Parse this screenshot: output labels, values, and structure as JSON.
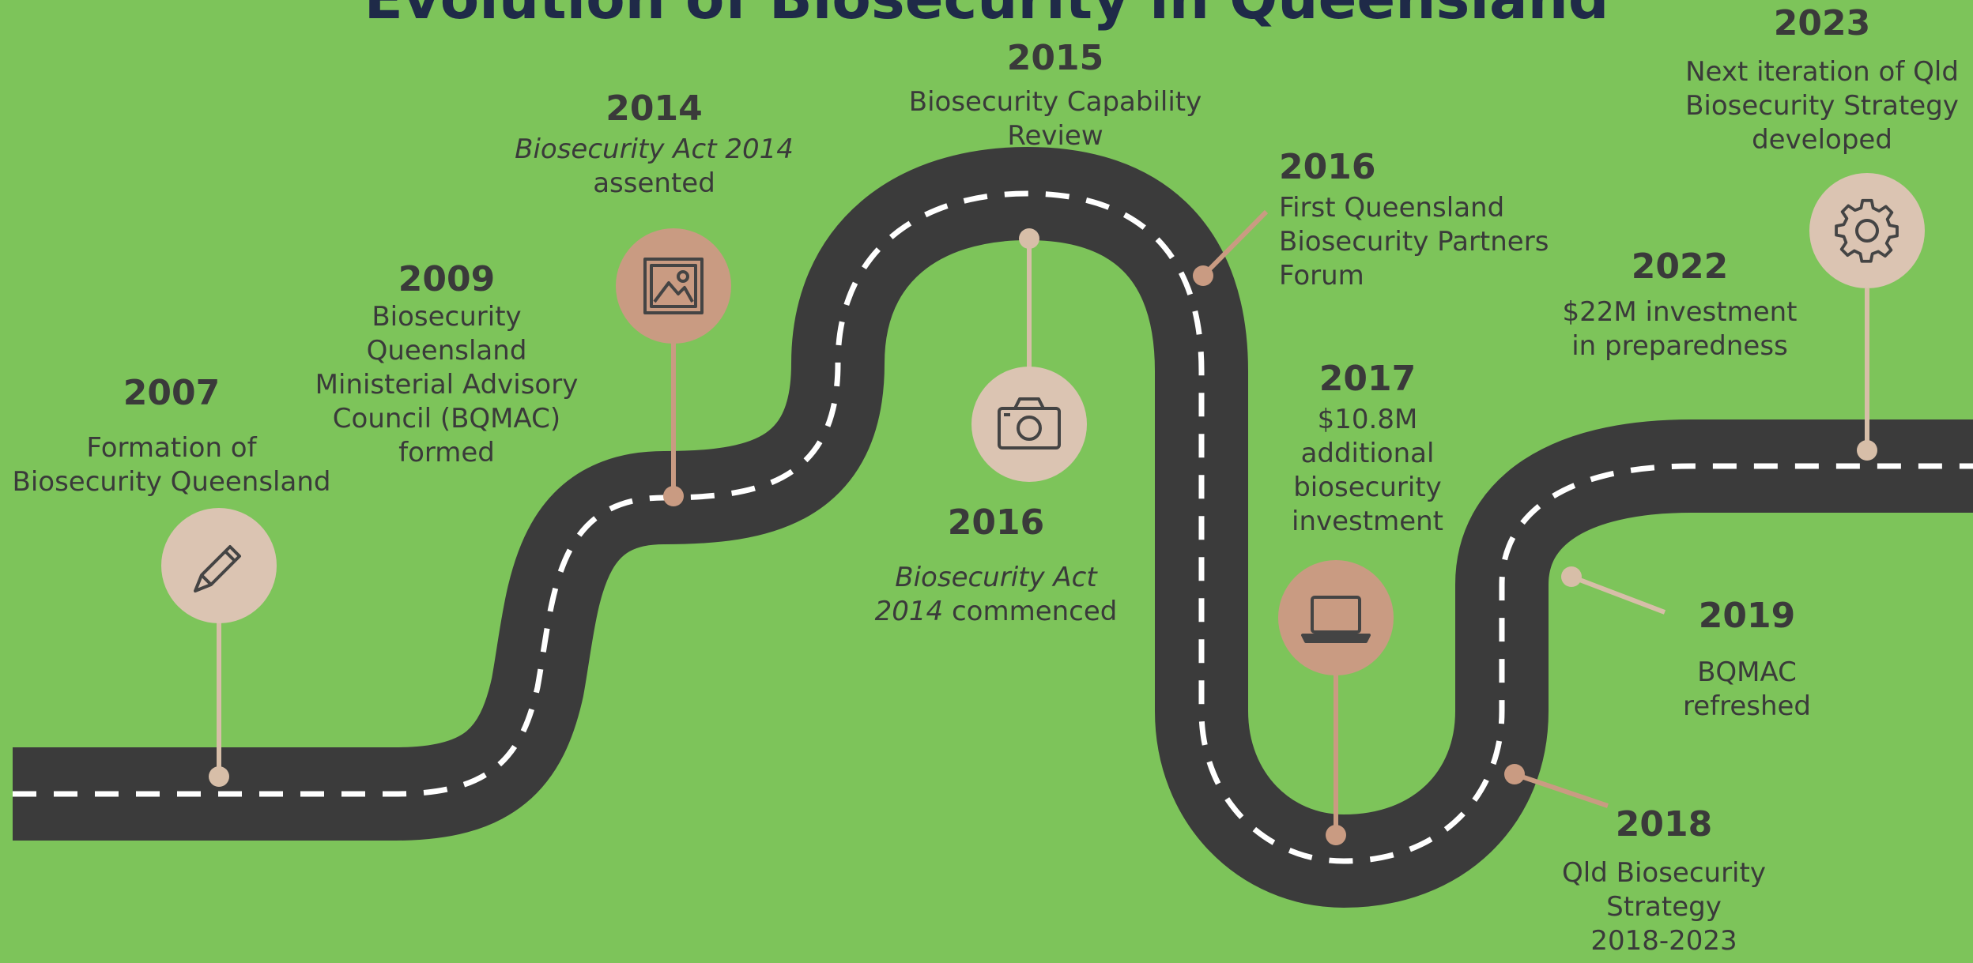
{
  "title": "Evolution of Biosecurity in Queensland",
  "colors": {
    "background": "#7dc45a",
    "road": "#3b3b3b",
    "road_dash": "#ffffff",
    "pin_light": "#dbc4b2",
    "pin_dark": "#c99b82",
    "stem": "#d7bea8",
    "text": "#3a3a3a",
    "title": "#1f2a48"
  },
  "milestones": {
    "m2007": {
      "year": "2007",
      "line1": "Formation of",
      "line2": "Biosecurity Queensland",
      "icon": "pencil-icon"
    },
    "m2009": {
      "year": "2009",
      "line1": "Biosecurity",
      "line2": "Queensland",
      "line3": "Ministerial Advisory",
      "line4": "Council (BQMAC)",
      "line5": "formed"
    },
    "m2014": {
      "year": "2014",
      "line1": "Biosecurity Act 2014",
      "line2": "assented",
      "icon": "image-icon"
    },
    "m2015": {
      "year": "2015",
      "line1": "Biosecurity Capability",
      "line2": "Review"
    },
    "m2016a": {
      "year": "2016",
      "line1": "Biosecurity Act",
      "line2_italic": "2014",
      "line2_rest": " commenced",
      "icon": "camera-icon"
    },
    "m2016b": {
      "year": "2016",
      "line1": "First Queensland",
      "line2": "Biosecurity Partners",
      "line3": "Forum"
    },
    "m2017": {
      "year": "2017",
      "line1": "$10.8M",
      "line2": "additional",
      "line3": "biosecurity",
      "line4": "investment",
      "icon": "laptop-icon"
    },
    "m2018": {
      "year": "2018",
      "line1": "Qld Biosecurity",
      "line2": "Strategy",
      "line3": "2018-2023"
    },
    "m2019": {
      "year": "2019",
      "line1": "BQMAC",
      "line2": "refreshed"
    },
    "m2022": {
      "year": "2022",
      "line1": "$22M investment",
      "line2": "in preparedness"
    },
    "m2023": {
      "year": "2023",
      "line1": "Next iteration of Qld",
      "line2": "Biosecurity Strategy",
      "line3": "developed",
      "icon": "gear-icon"
    }
  }
}
